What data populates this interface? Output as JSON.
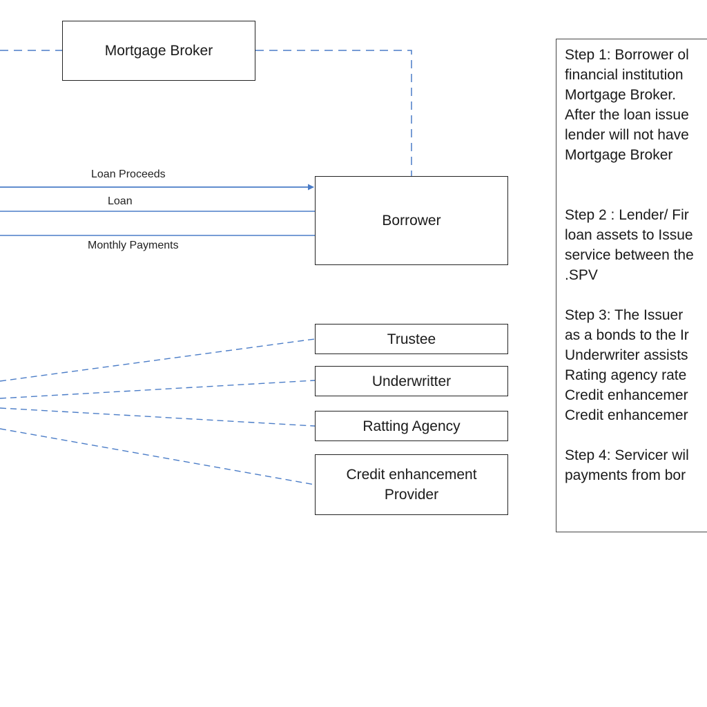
{
  "nodes": {
    "mortgage_broker": "Mortgage Broker",
    "borrower": "Borrower",
    "trustee": "Trustee",
    "underwriter": "Underwritter",
    "rating_agency": "Ratting Agency",
    "credit_enhancement_1": "Credit enhancement",
    "credit_enhancement_2": "Provider"
  },
  "edges": {
    "loan_proceeds": "Loan Proceeds",
    "loan": "Loan",
    "monthly_payments": "Monthly Payments"
  },
  "colors": {
    "flow_line": "#4a7cc7",
    "dashed_line": "#4a7cc7",
    "box_border": "#222222"
  },
  "steps": {
    "step1": [
      "Step 1: Borrower ol",
      "financial institution",
      "Mortgage Broker.",
      "After the loan issue",
      "lender will not have",
      "Mortgage Broker"
    ],
    "step2": [
      "Step 2 : Lender/ Fir",
      "loan assets to Issue",
      "service between the",
      ".SPV"
    ],
    "step3": [
      "Step 3: The Issuer",
      "as a bonds to the Ir",
      "Underwriter assists",
      "Rating agency rate",
      "Credit enhancemer",
      "Credit enhancemer"
    ],
    "step4": [
      "Step 4: Servicer wil",
      "payments from bor"
    ]
  }
}
